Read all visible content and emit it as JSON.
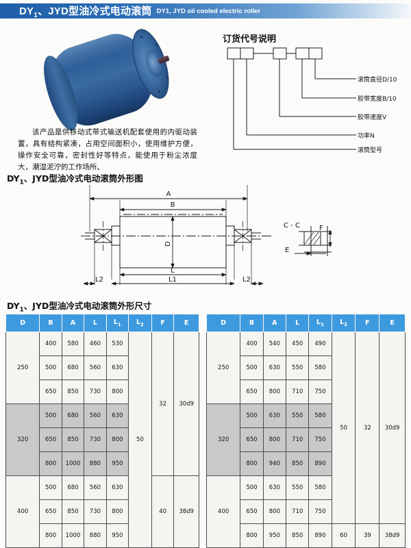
{
  "header": {
    "title_cn": "DY",
    "title_cn_sub": "1",
    "title_cn_rest": "、JYD型油冷式电动滚筒",
    "title_en": "DY1, JYD oil cooled electric roller",
    "bar_color": "#1f5fa8"
  },
  "intro": {
    "text": "该产品是供移动式带式输送机配套使用的内驱动装置，具有结构紧凑，占用空间面积小，使用维护方便，操作安全可靠，密封性好等特点，能使用于粉尘浓度大，潮湿泥泞的工作场所。"
  },
  "order_code": {
    "title": "订货代号说明",
    "labels": [
      "滚筒直径D/10",
      "胶带宽度B/10",
      "胶带速度V",
      "功率N",
      "滚筒型号"
    ]
  },
  "sections": {
    "outline_drawing": "DY₁、JYD型油冷式电动滚筒外形图",
    "outline_drawing_prefix": "DY",
    "outline_drawing_sub": "1",
    "outline_drawing_rest": "、JYD型油冷式电动滚筒外形图",
    "dimension_table": "DY₁、JYD型油冷式电动滚筒外形尺寸",
    "dimension_table_prefix": "DY",
    "dimension_table_sub": "1",
    "dimension_table_rest": "、JYD型油冷式电动滚筒外形尺寸"
  },
  "drawing": {
    "dim_A": "A",
    "dim_B": "B",
    "dim_D": "D",
    "dim_L": "L",
    "dim_L1": "L1",
    "dim_L2_left": "L2",
    "dim_L2_right": "L2",
    "section_label": "C - C",
    "section_E": "E",
    "section_F": "F"
  },
  "table_columns": [
    "D",
    "B",
    "A",
    "L",
    "L",
    "L",
    "F",
    "E"
  ],
  "table_headers": [
    {
      "label": "D",
      "sub": ""
    },
    {
      "label": "B",
      "sub": ""
    },
    {
      "label": "A",
      "sub": ""
    },
    {
      "label": "L",
      "sub": ""
    },
    {
      "label": "L",
      "sub": "1"
    },
    {
      "label": "L",
      "sub": "2"
    },
    {
      "label": "F",
      "sub": ""
    },
    {
      "label": "E",
      "sub": ""
    }
  ],
  "table_left": {
    "groups": [
      {
        "D": "250",
        "shaded": false,
        "rows": [
          {
            "B": "400",
            "A": "580",
            "L": "460",
            "L1": "530"
          },
          {
            "B": "500",
            "A": "680",
            "L": "560",
            "L1": "630"
          },
          {
            "B": "650",
            "A": "850",
            "L": "730",
            "L1": "800"
          }
        ]
      },
      {
        "D": "320",
        "shaded": true,
        "rows": [
          {
            "B": "500",
            "A": "680",
            "L": "560",
            "L1": "630"
          },
          {
            "B": "650",
            "A": "850",
            "L": "730",
            "L1": "800"
          },
          {
            "B": "800",
            "A": "1000",
            "L": "880",
            "L1": "950"
          }
        ]
      },
      {
        "D": "400",
        "shaded": false,
        "rows": [
          {
            "B": "500",
            "A": "680",
            "L": "560",
            "L1": "630"
          },
          {
            "B": "650",
            "A": "850",
            "L": "730",
            "L1": "800"
          },
          {
            "B": "800",
            "A": "1000",
            "L": "880",
            "L1": "950"
          }
        ]
      }
    ],
    "L2_all": "50",
    "FE_groups": [
      {
        "rows": 6,
        "F": "32",
        "E": "30d9"
      },
      {
        "rows": 3,
        "F": "40",
        "E": "38d9"
      }
    ]
  },
  "table_right": {
    "groups": [
      {
        "D": "250",
        "shaded": false,
        "rows": [
          {
            "B": "400",
            "A": "540",
            "L": "450",
            "L1": "490"
          },
          {
            "B": "500",
            "A": "630",
            "L": "550",
            "L1": "580"
          },
          {
            "B": "650",
            "A": "800",
            "L": "710",
            "L1": "750"
          }
        ]
      },
      {
        "D": "320",
        "shaded": true,
        "rows": [
          {
            "B": "500",
            "A": "630",
            "L": "550",
            "L1": "580"
          },
          {
            "B": "650",
            "A": "800",
            "L": "710",
            "L1": "750"
          },
          {
            "B": "800",
            "A": "940",
            "L": "850",
            "L1": "890"
          }
        ]
      },
      {
        "D": "400",
        "shaded": false,
        "rows": [
          {
            "B": "500",
            "A": "630",
            "L": "550",
            "L1": "580"
          },
          {
            "B": "650",
            "A": "800",
            "L": "710",
            "L1": "750"
          },
          {
            "B": "800",
            "A": "950",
            "L": "850",
            "L1": "890"
          }
        ]
      }
    ],
    "L2F E_groups": [
      {
        "rows": 8,
        "L2": "50",
        "F": "32",
        "E": "30d9"
      },
      {
        "rows": 1,
        "L2": "60",
        "F": "39",
        "E": "38d9"
      }
    ]
  },
  "colors": {
    "header_bar": "#1f5fa8",
    "table_header": "#3e9ade",
    "shade_row": "#c9c9c9",
    "drum_blue": "#2f5f98",
    "page_bg": "#fbfbf9"
  }
}
